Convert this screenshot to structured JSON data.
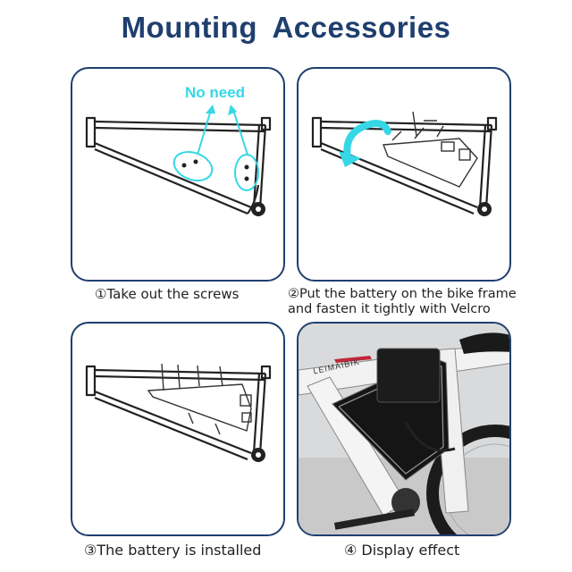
{
  "title": "Mounting  Accessories",
  "panels": {
    "step1": {
      "annotation": "No need",
      "caption": "①Take out the screws"
    },
    "step2": {
      "caption_line1": "②Put the battery on the bike frame",
      "caption_line2": "and fasten it tightly with Velcro"
    },
    "step3": {
      "caption": "③The battery is installed"
    },
    "step4": {
      "brand_text": "LEIMAIBIK",
      "caption": "④ Display effect"
    }
  },
  "colors": {
    "title": "#1f3f6e",
    "panel_border": "#1f3f6e",
    "annotation": "#36d7e6"
  }
}
